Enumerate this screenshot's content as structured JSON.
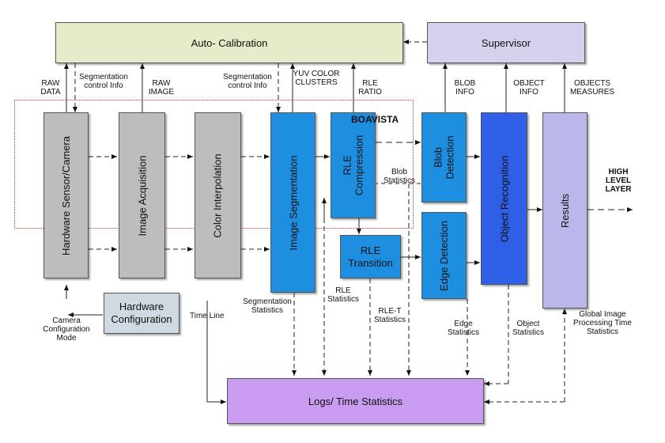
{
  "colors": {
    "calibration": "#e6ecc9",
    "supervisor": "#d4d1ec",
    "gray_block": "#bdbdbd",
    "blue_block": "#1e8fe0",
    "dark_blue_block": "#2f5fe6",
    "results": "#bcb7ea",
    "logs": "#c99cf2",
    "hw_config": "#cfd9e2"
  },
  "blocks": {
    "auto_calibration": "Auto- Calibration",
    "supervisor": "Supervisor",
    "hardware_sensor": "Hardware Sensor/Camera",
    "image_acquisition": "Image Acquisition",
    "color_interpolation": "Color Interpolation",
    "image_segmentation": "Image Segmentation",
    "rle_compression": "RLE Compression",
    "rle_transition": "RLE Transition",
    "blob_detection": "Blob Detection",
    "edge_detection": "Edge Detection",
    "object_recognition": "Object Recognition",
    "results": "Results",
    "hardware_configuration": "Hardware Configuration",
    "logs": "Logs/ Time Statistics"
  },
  "labels": {
    "raw_data": "RAW DATA",
    "segmentation_control_1": "Segmentation control Info",
    "raw_image": "RAW IMAGE",
    "segmentation_control_2": "Segmentation control Info",
    "yuv_color_clusters": "YUV COLOR CLUSTERS",
    "rle_ratio": "RLE RATIO",
    "blob_info": "BLOB INFO",
    "object_info": "OBJECT INFO",
    "objects_measures": "OBJECTS MEASURES",
    "boavista": "BOAVISTA",
    "blob_statistics": "Blob Statistics",
    "high_level_layer": "HIGH LEVEL LAYER",
    "camera_configuration_mode": "Camera Configuration Mode",
    "time_line": "Time Line",
    "segmentation_statistics": "Segmentation Statistics",
    "rle_statistics": "RLE Statistics",
    "rle_t_statistics": "RLE-T Statistics",
    "edge_statistics": "Edge Statistics",
    "object_statistics": "Object Statistics",
    "global_stats": "Global Image Processing Time Statistics"
  }
}
